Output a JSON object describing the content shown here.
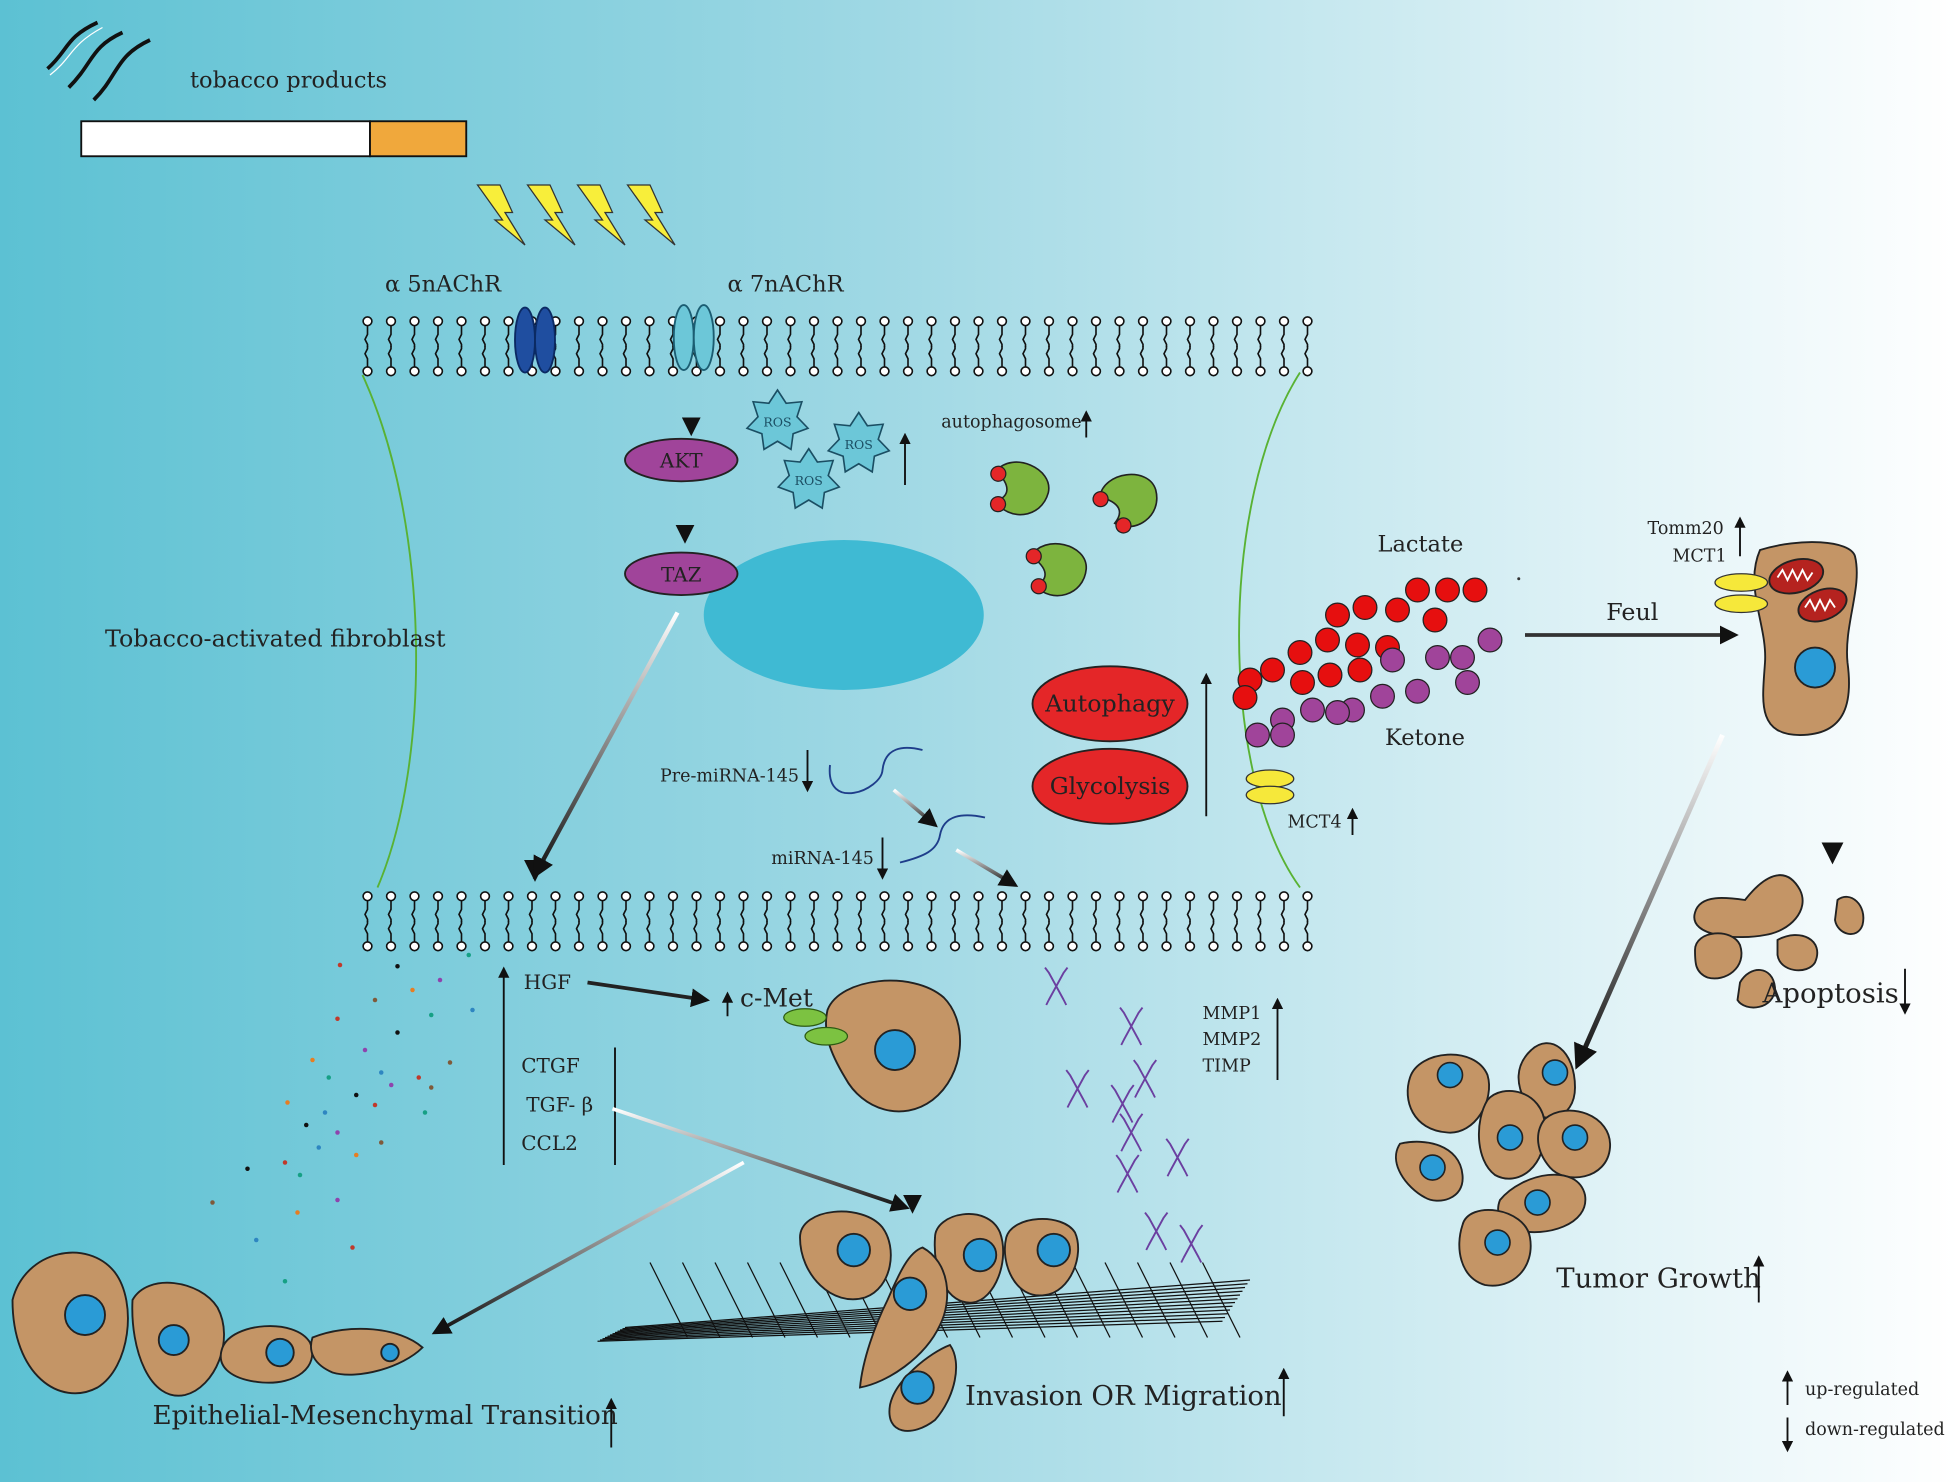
{
  "labels": {
    "tobacco_products": "tobacco products",
    "a5": "α 5nAChR",
    "a7": "α 7nAChR",
    "akt": "AKT",
    "taz": "TAZ",
    "ros": "ROS",
    "autophagosome": "autophagosome",
    "fibroblast": "Tobacco-activated fibroblast",
    "lactate": "Lactate",
    "ketone": "Ketone",
    "autophagy": "Autophagy",
    "glycolysis": "Glycolysis",
    "pre_mirna": "Pre-miRNA-145",
    "mirna": "miRNA-145",
    "mct4": "MCT4",
    "feul": "Feul",
    "tomm20": "Tomm20",
    "mct1": "MCT1",
    "hgf": "HGF",
    "cmet": "c-Met",
    "ctgf": "CTGF",
    "tgfb": "TGF- β",
    "ccl2": "CCL2",
    "mmp1": "MMP1",
    "mmp2": "MMP2",
    "timp": "TIMP",
    "emt": "Epithelial-Mesenchymal Transition",
    "invasion": "Invasion OR Migration",
    "tumor_growth": "Tumor Growth",
    "apoptosis": "Apoptosis",
    "legend_up": "up-regulated",
    "legend_down": "down-regulated"
  },
  "colors": {
    "bg_left": "#5cc1d3",
    "bg_right": "#ffffff",
    "nucleus": "#3fbad3",
    "cell": "#c49566",
    "cell_nucleus": "#2a9bd6",
    "akt": "#a0449a",
    "red_oval": "#e42628",
    "lactate": "#e60f0f",
    "ketone": "#a0449a",
    "autophagosome": "#7db43e",
    "yellow": "#f6e83a",
    "cigarette_filter": "#f0a83c"
  }
}
